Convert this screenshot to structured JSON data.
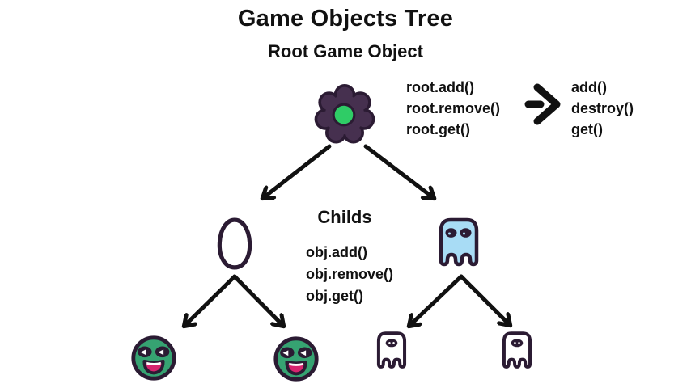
{
  "title": "Game Objects Tree",
  "root_section": {
    "label": "Root Game Object",
    "methods": [
      "root.add()",
      "root.remove()",
      "root.get()"
    ],
    "engine_methods": [
      "add()",
      "destroy()",
      "get()"
    ]
  },
  "childs_section": {
    "label": "Childs",
    "methods": [
      "obj.add()",
      "obj.remove()",
      "obj.get()"
    ]
  },
  "icons": {
    "root": "gear-icon",
    "mapping": "arrow-right-icon",
    "child_left": "egg-sprite-icon",
    "child_right": "ghost-sprite-icon",
    "grandchildren_left": "bean-sprite-icon",
    "grandchildren_right": "mini-ghost-sprite-icon"
  },
  "colors": {
    "background": "#ffffff",
    "text": "#111111",
    "arrow": "#111111",
    "outline": "#2b1b33",
    "gear_body": "#46304f",
    "gear_green": "#2fcc66",
    "bean_green": "#36a372",
    "ghost_blue": "#a8dcf5",
    "mouth_pink": "#d6246e",
    "white": "#ffffff"
  }
}
